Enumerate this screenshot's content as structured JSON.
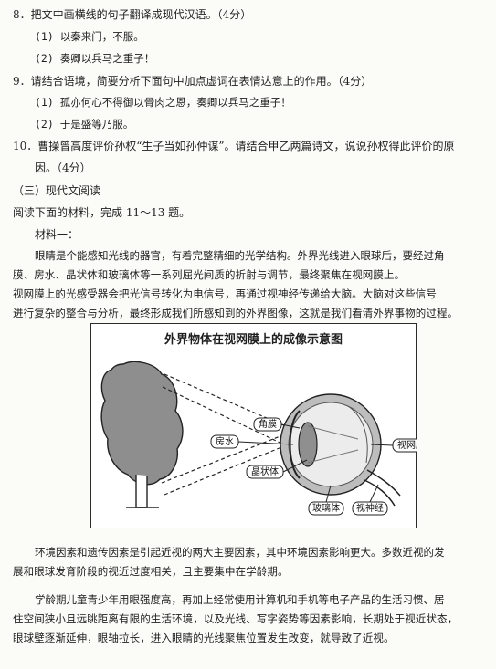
{
  "questions": {
    "q8": {
      "text": "8．把文中画横线的句子翻译成现代汉语。（4分）",
      "items": [
        "(1) 以秦来门，不服。",
        "(2) 奏卿以兵马之重子！"
      ]
    },
    "q9": {
      "text": "9．请结合语境，简要分析下面句中加点虚词在表情达意上的作用。（4分）",
      "items": [
        "(1) 孤亦何心不得御以骨肉之恩，奏卿以兵马之重子！",
        "(2) 于是盛等乃服。"
      ]
    },
    "q10": {
      "line1": "10．曹操曾高度评价孙权“生子当如孙仲谋”。请结合甲乙两篇诗文，说说孙权得此评价的原",
      "line2": "因。（4分）"
    }
  },
  "section": {
    "title": "（三）现代文阅读",
    "instruction": "阅读下面的材料，完成 11～13 题。",
    "material": "材料一："
  },
  "paragraphs": {
    "p1a": "眼睛是个能感知光线的器官，有着完整精细的光学结构。外界光线进入眼球后，要经过角",
    "p1b": "膜、房水、晶状体和玻璃体等一系列屈光间质的折射与调节，最终聚焦在视网膜上。",
    "p2a": "视网膜上的光感受器会把光信号转化为电信号，再通过视神经传递给大脑。大脑对这些信号",
    "p2b": "进行复杂的整合与分析，最终形成我们所感知到的外界图像，这就是我们看清外界事物的过程。",
    "p3a": "环境因素和遗传因素是引起近视的两大主要因素，其中环境因素影响更大。多数近视的发",
    "p3b": "展和眼球发育阶段的视近过度相关，且主要集中在学龄期。",
    "p4a": "学龄期儿童青少年用眼强度高，再加上经常使用计算机和手机等电子产品的生活习惯、居",
    "p4b": "住空间狭小且远眺距离有限的生活环境，以及光线、写字姿势等因素影响，长期处于视近状态，",
    "p4c": "眼球壁逐渐延伸，眼轴拉长，进入眼睛的光线聚焦位置发生改变，就导致了近视。"
  },
  "figure": {
    "title": "外界物体在视网膜上的成像示意图",
    "labels": {
      "cornea": "角膜",
      "aqueous": "房水",
      "lens": "晶状体",
      "retina": "视网膜",
      "vitreous": "玻璃体",
      "optic_nerve": "视神经"
    }
  }
}
